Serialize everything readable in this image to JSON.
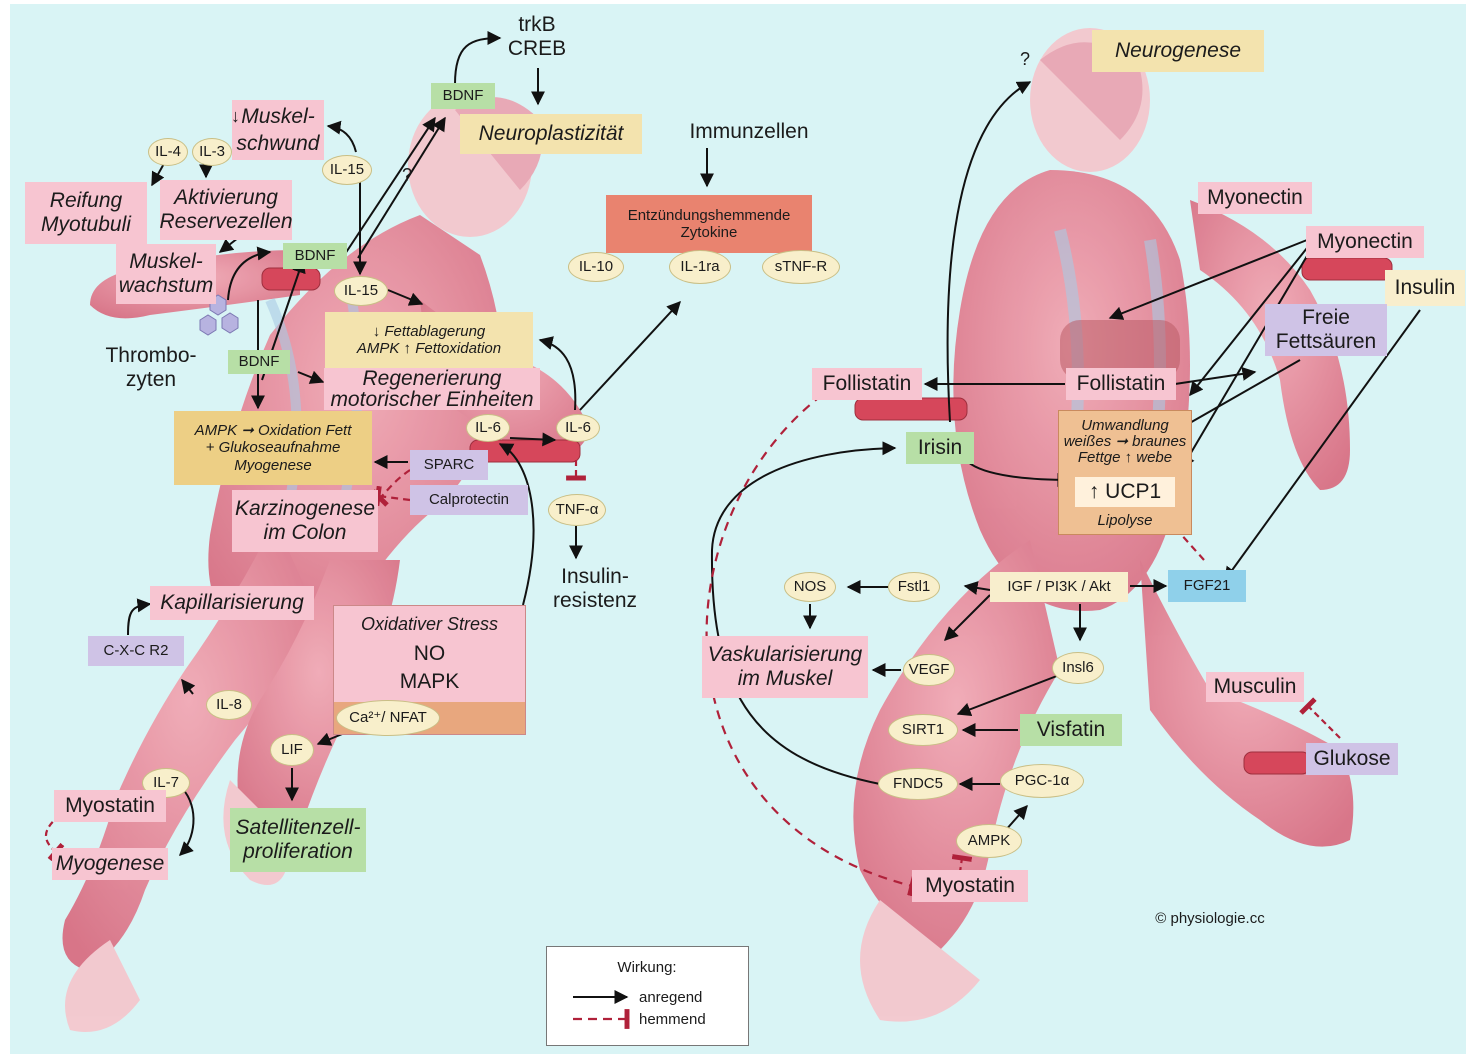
{
  "colors": {
    "background": "#d9f4f5",
    "muscle": "#e8909f",
    "arrow_activating": "#111111",
    "arrow_inhibiting": "#b0213a"
  },
  "left": {
    "trkb_creb": "trkB\nCREB",
    "bdnf_top": "BDNF",
    "neuroplasticity": "Neuroplastizität",
    "immune_cells": "Immunzellen",
    "anti_inflammatory": "Entzündungshemmende\nZytokine",
    "il10": "IL-10",
    "il1ra": "IL-1ra",
    "stnfr": "sTNF-R",
    "muscle_wasting": "Muskel-\nschwund",
    "muscle_wasting_arrow": "↓",
    "il4": "IL-4",
    "il3": "IL-3",
    "il15_top": "IL-15",
    "question_mark": "?",
    "maturation": "Reifung\nMyotubuli",
    "activation": "Aktivierung\nReservezellen",
    "muscle_growth": "Muskel-\nwachstum",
    "bdnf_mid": "BDNF",
    "il15_mid": "IL-15",
    "fat_box": "↓ Fettablagerung\nAMPK ↑ Fettoxidation",
    "thrombocytes": "Thrombo-\nzyten",
    "bdnf_low": "BDNF",
    "regeneration": "Regenerierung\nmotorischer Einheiten",
    "ampk_box": "AMPK ➞ Oxidation Fett\n+ Glukoseaufnahme\nMyogenese",
    "il6_a": "IL-6",
    "il6_b": "IL-6",
    "sparc": "SPARC",
    "calprotectin": "Calprotectin",
    "carcinogenesis": "Karzinogenese\nim Colon",
    "tnfa": "TNF-α",
    "insulin_resistance": "Insulin-\nresistenz",
    "capillarization": "Kapillarisierung",
    "cxcr2": "C-X-C R2",
    "oxidative_stress": "Oxidativer Stress",
    "no": "NO",
    "mapk": "MAPK",
    "ca_nfat": "Ca²⁺/ NFAT",
    "il8": "IL-8",
    "lif": "LIF",
    "il7": "IL-7",
    "myostatin": "Myostatin",
    "myogenesis": "Myogenese",
    "satellite": "Satellitenzell-\nproliferation"
  },
  "right": {
    "question_mark": "?",
    "neurogenesis": "Neurogenese",
    "myonectin_1": "Myonectin",
    "myonectin_2": "Myonectin",
    "insulin": "Insulin",
    "free_fatty_acids": "Freie\nFettsäuren",
    "follistatin_left": "Follistatin",
    "follistatin_right": "Follistatin",
    "irisin": "Irisin",
    "conversion": "Umwandlung\nweißes ➞ braunes\nFettge ↑ webe",
    "ucp1": "↑ UCP1",
    "lipolysis": "Lipolyse",
    "nos": "NOS",
    "fstl1": "Fstl1",
    "igf": "IGF / PI3K / Akt",
    "fgf21": "FGF21",
    "vascularization": "Vaskularisierung\nim Muskel",
    "vegf": "VEGF",
    "insl6": "Insl6",
    "musculin": "Musculin",
    "sirt1": "SIRT1",
    "visfatin": "Visfatin",
    "glukose": "Glukose",
    "fndc5": "FNDC5",
    "pgc1a": "PGC-1α",
    "ampk": "AMPK",
    "myostatin": "Myostatin",
    "copyright": "© physiologie.cc"
  },
  "legend": {
    "title": "Wirkung:",
    "activating": "anregend",
    "inhibiting": "hemmend"
  }
}
